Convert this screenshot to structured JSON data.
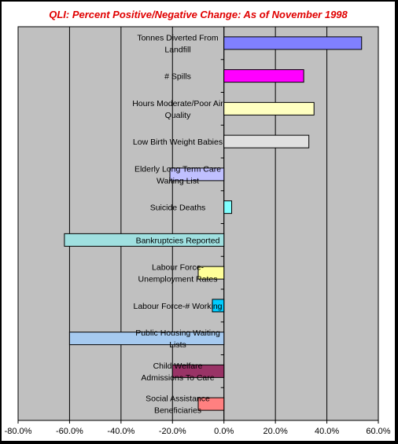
{
  "chart_data": {
    "type": "bar",
    "orientation": "horizontal",
    "title": "QLI: Percent Positive/Negative Change: As of November 1998",
    "xlabel": "",
    "ylabel": "",
    "xlim": [
      -80,
      60
    ],
    "x_ticks": [
      -80,
      -60,
      -40,
      -20,
      0,
      20,
      40,
      60
    ],
    "x_tick_labels": [
      "-80.0%",
      "-60.0%",
      "-40.0%",
      "-20.0%",
      "0.0%",
      "20.0%",
      "40.0%",
      "60.0%"
    ],
    "grid": "vertical major gridlines",
    "legend": "none",
    "background_color": "#c0c0c0",
    "bars": [
      {
        "label_lines": [
          "Tonnes Diverted From",
          "Landfill"
        ],
        "value": 53.5,
        "color": "#8080ff"
      },
      {
        "label_lines": [
          "#  Spills"
        ],
        "value": 31,
        "color": "#ff00ff"
      },
      {
        "label_lines": [
          "Hours Moderate/Poor Air",
          "Quality"
        ],
        "value": 35,
        "color": "#ffffc0"
      },
      {
        "label_lines": [
          "Low Birth Weight Babies"
        ],
        "value": 33,
        "color": "#e0e0e0"
      },
      {
        "label_lines": [
          "Elderly Long Term Care",
          "Waiting List"
        ],
        "value": -21,
        "color": "#c0c0ff"
      },
      {
        "label_lines": [
          "Suicide Deaths"
        ],
        "value": 3,
        "color": "#80ffff"
      },
      {
        "label_lines": [
          "Bankruptcies Reported"
        ],
        "value": -62,
        "color": "#a0e0e0"
      },
      {
        "label_lines": [
          "Labour Force-",
          "Unemployment Rates"
        ],
        "value": -10,
        "color": "#ffff99"
      },
      {
        "label_lines": [
          "Labour Force-# Working"
        ],
        "value": -4.5,
        "color": "#00ccff"
      },
      {
        "label_lines": [
          "Public Housing Waiting",
          "Lists"
        ],
        "value": -60,
        "color": "#a6caf0"
      },
      {
        "label_lines": [
          "Child Welfare",
          "Admissions To Care"
        ],
        "value": -20,
        "color": "#993366"
      },
      {
        "label_lines": [
          "Social Assistance",
          "Beneficiaries"
        ],
        "value": -10,
        "color": "#ff8080"
      }
    ]
  }
}
